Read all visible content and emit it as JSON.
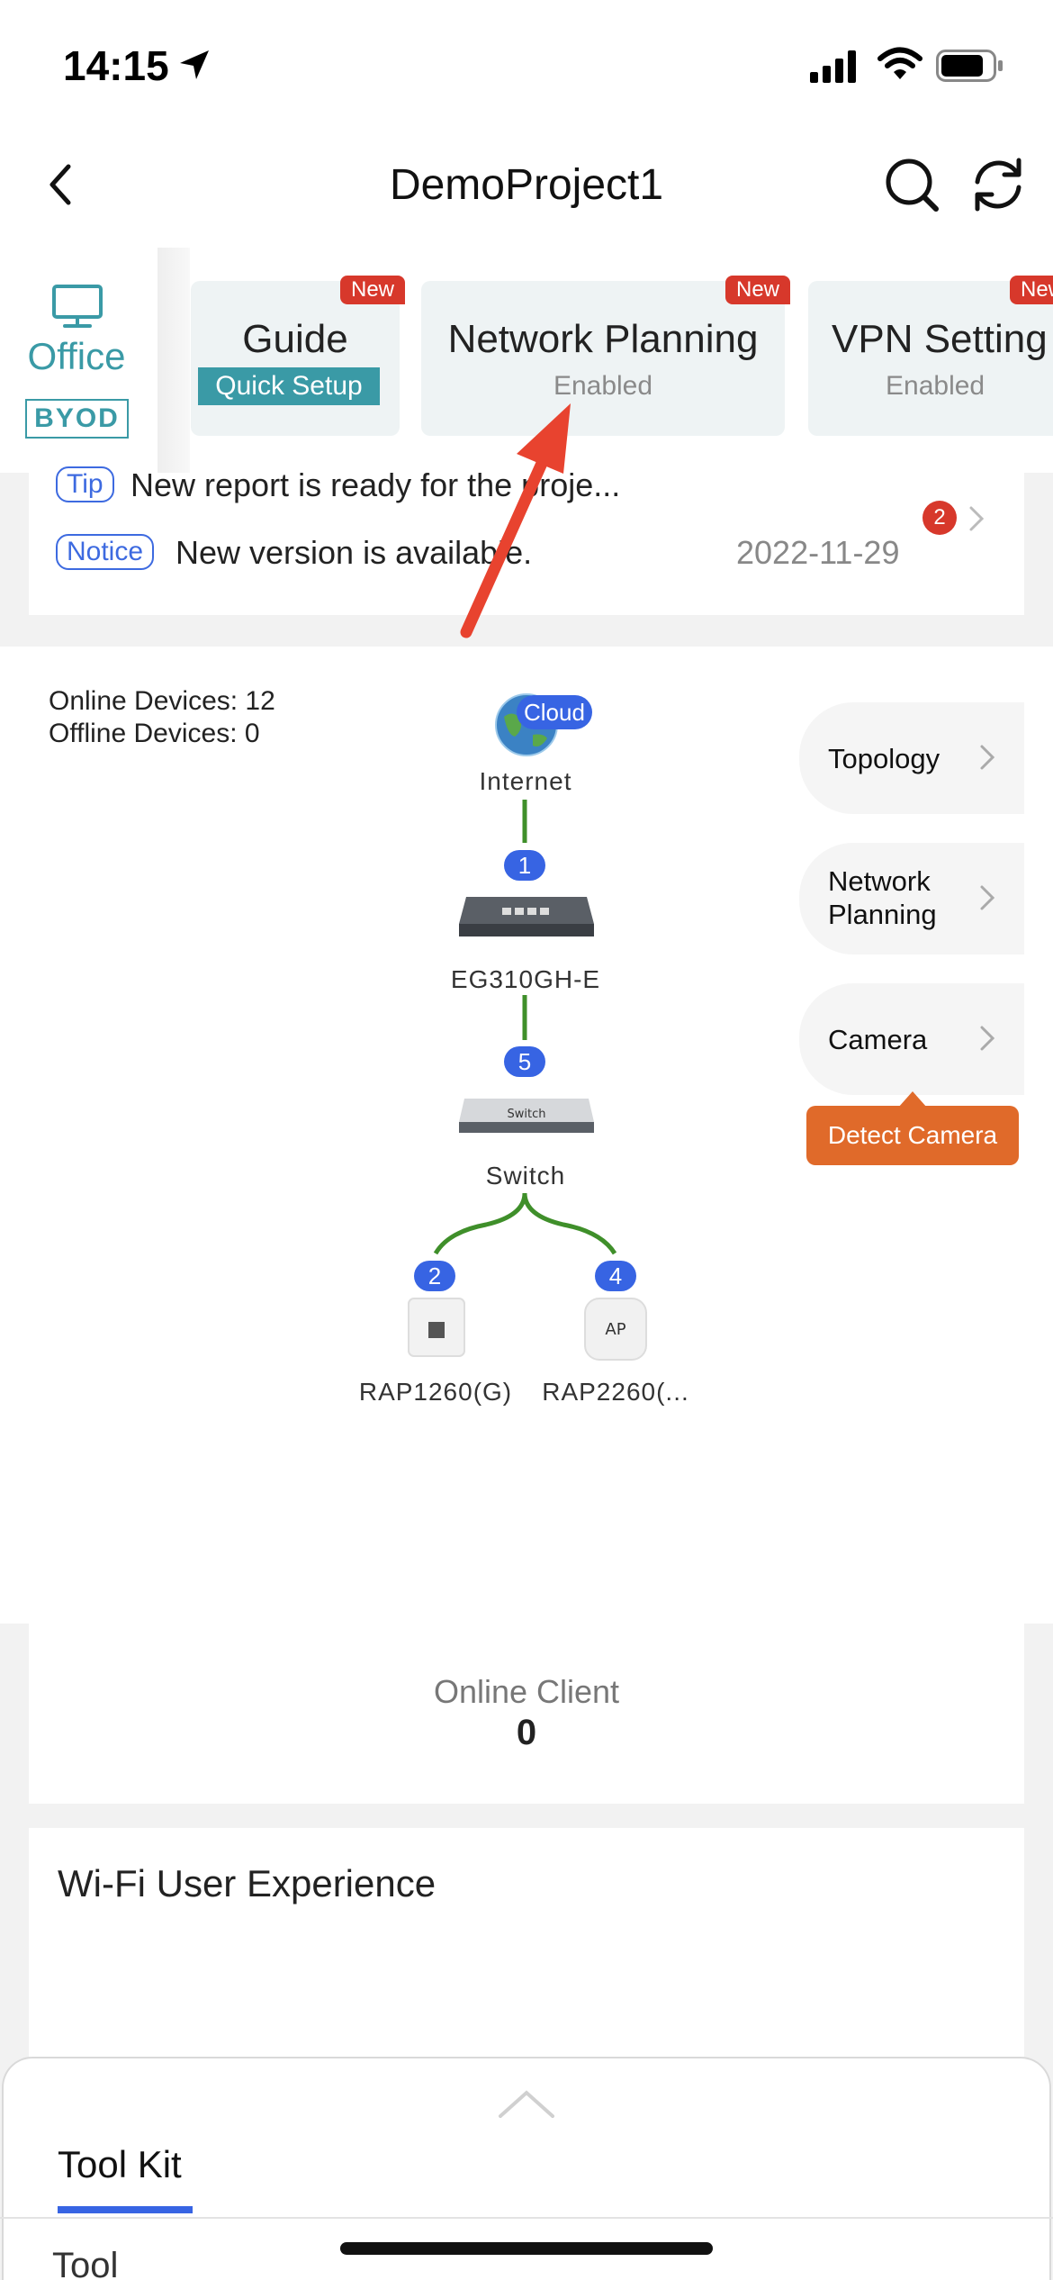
{
  "status_bar": {
    "time": "14:15"
  },
  "nav": {
    "title": "DemoProject1"
  },
  "scenario": {
    "label": "Office",
    "badge": "BYOD"
  },
  "feature_cards": [
    {
      "title": "Guide",
      "subtitle": "Quick Setup",
      "badge": "New"
    },
    {
      "title": "Network Planning",
      "subtitle": "Enabled",
      "badge": "New"
    },
    {
      "title": "VPN Setting",
      "subtitle": "Enabled",
      "badge": "New"
    }
  ],
  "notices": {
    "tip_tag": "Tip",
    "tip_text": "New report is ready for the proje...",
    "notice_tag": "Notice",
    "notice_text": "New version is available.",
    "date": "2022-11-29",
    "count": "2"
  },
  "topology": {
    "online_devices": "Online Devices: 12",
    "offline_devices": "Offline Devices: 0",
    "nodes": {
      "internet_badge": "Cloud",
      "internet": "Internet",
      "gateway_count": "1",
      "gateway": "EG310GH-E",
      "switch_count": "5",
      "switch_icon_text": "Switch",
      "switch": "Switch",
      "ap1_count": "2",
      "ap1": "RAP1260(G)",
      "ap2_count": "4",
      "ap2_icon_text": "AP",
      "ap2": "RAP2260(..."
    },
    "side_buttons": {
      "topology": "Topology",
      "network_planning_line1": "Network",
      "network_planning_line2": "Planning",
      "camera": "Camera",
      "detect_camera": "Detect Camera"
    }
  },
  "online_client": {
    "label": "Online Client",
    "value": "0"
  },
  "wifi_experience": {
    "title": "Wi-Fi User Experience"
  },
  "toolkit": {
    "tab": "Tool Kit",
    "peek": "Tool"
  },
  "colors": {
    "teal": "#3a9aa6",
    "blue": "#3764e3",
    "red": "#d7382b",
    "orange": "#e06a2a",
    "link_green": "#3f8f2a"
  }
}
